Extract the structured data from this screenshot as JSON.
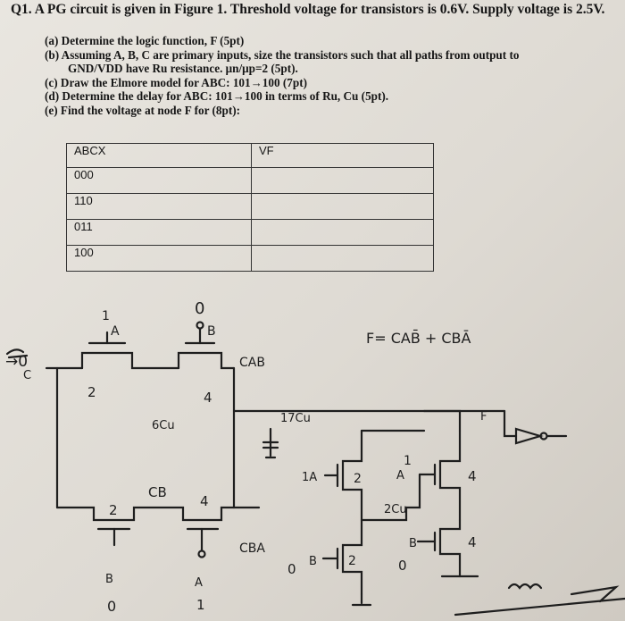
{
  "question": {
    "title": "Q1. A PG circuit is given in Figure 1. Threshold voltage for transistors is 0.6V. Supply voltage is 2.5V.",
    "parts": [
      "(a) Determine the logic function, F (5pt)",
      "(b) Assuming A, B, C are primary inputs, size the transistors such that all paths from output to",
      "GND/VDD have Ru resistance. μn/μp=2 (5pt).",
      "(c) Draw the Elmore model for ABC: 101→100 (7pt)",
      "(d) Determine the delay for ABC: 101→100 in terms of Ru, Cu (5pt).",
      "(e) Find the voltage at node F for (8pt):"
    ]
  },
  "table": {
    "headers": [
      "ABCX",
      "VF"
    ],
    "rows": [
      "000",
      "110",
      "011",
      "100"
    ]
  },
  "handwriting": {
    "in_A_val": "1",
    "in_B_val": "0",
    "c_val": "→0",
    "lbl_A": "A",
    "lbl_B": "B",
    "lbl_C": "C",
    "lbl_F": "F",
    "formula": "F= CAB̄ + CBĀ",
    "node_top": "CAB",
    "node_bot": "CBA",
    "w_2a": "2",
    "w_4a": "4",
    "cap_6": "6Cu",
    "cap_17": "17Cu",
    "cb": "CB",
    "w_2b": "2",
    "w_4b": "4",
    "bottom_B": "B",
    "bottom_B_val": "0",
    "bottom_A": "A",
    "bottom_A_val": "1",
    "inv_1A": "1A",
    "inv_w2": "2",
    "inv_A": "A",
    "inv_w1": "1",
    "inv_w4a": "4",
    "inv_2cu": "2Cu",
    "inv_B": "B",
    "inv_w2b": "2",
    "inv_w4b": "4",
    "inv_0a": "0",
    "inv_0b": "0"
  },
  "colors": {
    "ink": "#1e1e1e",
    "paper": "#e4e1db"
  }
}
